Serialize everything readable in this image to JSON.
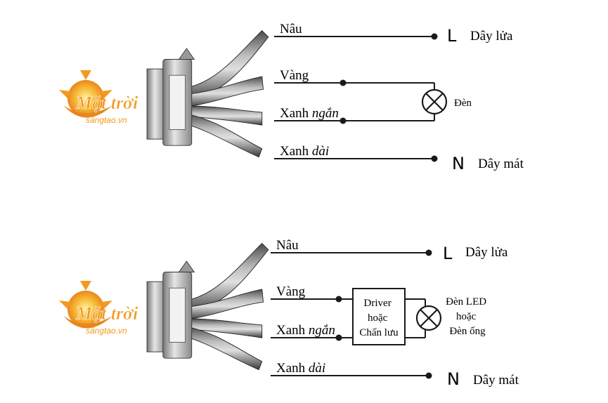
{
  "colors": {
    "wire_line": "#1a1a1a",
    "cable_dark": "#3a3a3a",
    "cable_mid": "#8a8a8a",
    "cable_light": "#c8c8c8",
    "logo_orange": "#f29a1f",
    "logo_gold": "#e8b02a",
    "logo_text": "#ffffff"
  },
  "logo": {
    "title": "Mặt trời",
    "subtitle": "sángtạo.vn"
  },
  "top": {
    "wires": {
      "brown": "Nâu",
      "yellow": "Vàng",
      "green_short_a": "Xanh ",
      "green_short_b": "ngắn",
      "green_long_a": "Xanh ",
      "green_long_b": "dài"
    },
    "terminals": {
      "L": "L",
      "live": "Dây lửa",
      "N": "N",
      "neutral": "Dây mát"
    },
    "lamp_label": "Đèn"
  },
  "bottom": {
    "wires": {
      "brown": "Nâu",
      "yellow": "Vàng",
      "green_short_a": "Xanh ",
      "green_short_b": "ngắn",
      "green_long_a": "Xanh ",
      "green_long_b": "dài"
    },
    "terminals": {
      "L": "L",
      "live": "Dây lửa",
      "N": "N",
      "neutral": "Dây mát"
    },
    "driver_box": [
      "Driver",
      "hoặc",
      "Chấn lưu"
    ],
    "lamp_label": [
      "Đèn LED",
      "hoặc",
      "Đèn ống"
    ]
  }
}
